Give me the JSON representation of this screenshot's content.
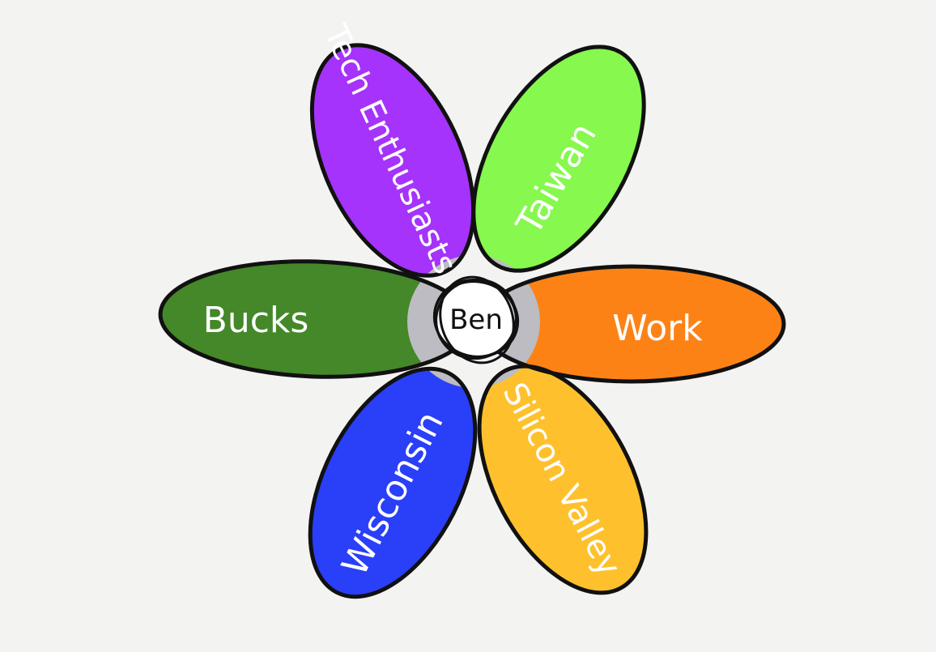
{
  "diagram": {
    "center": {
      "label": "Ben"
    },
    "petals": [
      {
        "id": "tech-enthusiasts",
        "label": "Tech Enthusiasts",
        "color": "#a533fb"
      },
      {
        "id": "taiwan",
        "label": "Taiwan",
        "color": "#86f84e"
      },
      {
        "id": "work",
        "label": "Work",
        "color": "#fd8216"
      },
      {
        "id": "silicon-valley",
        "label": "Silicon Valley",
        "color": "#fec12d"
      },
      {
        "id": "wisconsin",
        "label": "Wisconsin",
        "color": "#2a3ff8"
      },
      {
        "id": "bucks",
        "label": "Bucks",
        "color": "#448829"
      }
    ],
    "overlap_color": "#bcbcc2",
    "outline_color": "#111111",
    "background_color": "#f3f3f2"
  }
}
